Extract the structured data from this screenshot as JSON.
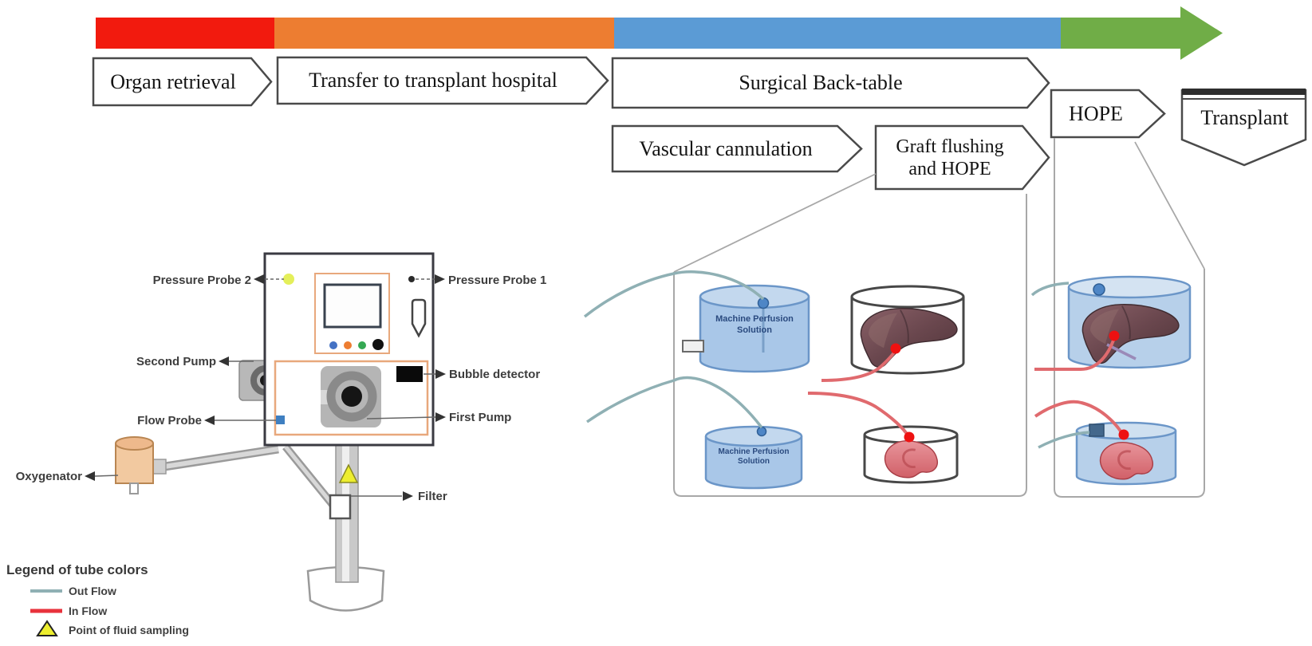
{
  "figure": {
    "description": "Timeline diagram of liver graft hypothermic oxygenated perfusion (HOPE) workflow with perfusion machine schematic"
  },
  "timeline": {
    "stages": {
      "organ_retrieval": "Organ retrieval",
      "transfer": "Transfer to transplant hospital",
      "surgical_back_table": "Surgical Back-table",
      "vascular_cannulation": "Vascular cannulation",
      "graft_flushing_line1": "Graft flushing",
      "graft_flushing_line2": "and HOPE",
      "hope": "HOPE",
      "transplant": "Transplant"
    }
  },
  "machine": {
    "labels": {
      "pressure_probe_2": "Pressure Probe 2",
      "pressure_probe_1": "Pressure Probe 1",
      "second_pump": "Second Pump",
      "bubble_detector": "Bubble detector",
      "flow_probe": "Flow Probe",
      "first_pump": "First Pump",
      "oxygenator": "Oxygenator",
      "filter": "Filter"
    }
  },
  "containers": {
    "solution_top": {
      "line1": "Machine Perfusion",
      "line2": "Solution"
    },
    "solution_bottom": {
      "line1": "Machine Perfusion",
      "line2": "Solution"
    }
  },
  "legend": {
    "title": "Legend of tube colors",
    "items": [
      {
        "label": "Out Flow",
        "color": "#8FB0B4"
      },
      {
        "label": "In Flow",
        "color": "#E8323C"
      },
      {
        "label": "Point of fluid sampling",
        "color": "#EDEE2F"
      }
    ]
  },
  "colors": {
    "bar_red": "#F21A0E",
    "bar_orange": "#ED7D31",
    "bar_blue": "#5B9BD5",
    "bar_green": "#70AD47",
    "out_flow_tube": "#8FB0B4",
    "in_flow_tube": "#E06A6E",
    "panel_border": "#A8A8A8",
    "machine_inner_panel": "#E8A87C",
    "solution_fill": "#A9C7E8"
  }
}
